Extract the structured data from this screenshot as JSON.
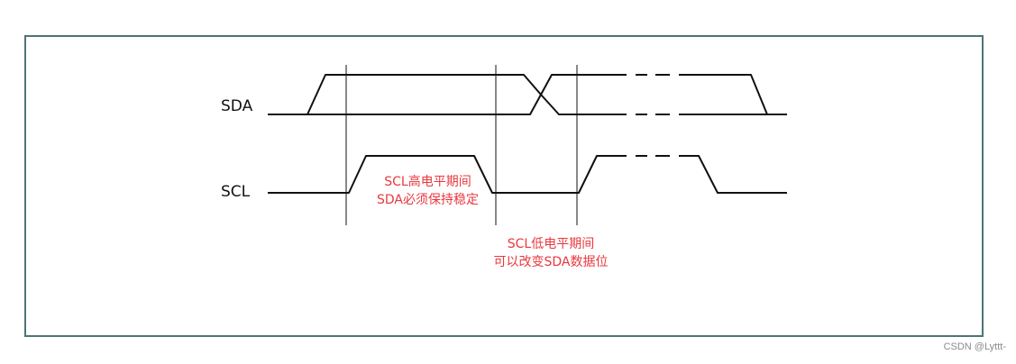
{
  "signals": {
    "sda_label": "SDA",
    "scl_label": "SCL"
  },
  "notes": {
    "scl_high_line1": "SCL高电平期间",
    "scl_high_line2": "SDA必须保持稳定",
    "scl_low_line1": "SCL低电平期间",
    "scl_low_line2": "可以改变SDA数据位"
  },
  "watermark": "CSDN @Lyttt-",
  "colors": {
    "frame": "#4e7478",
    "waveform": "#111111",
    "note_text": "#e8383d"
  }
}
